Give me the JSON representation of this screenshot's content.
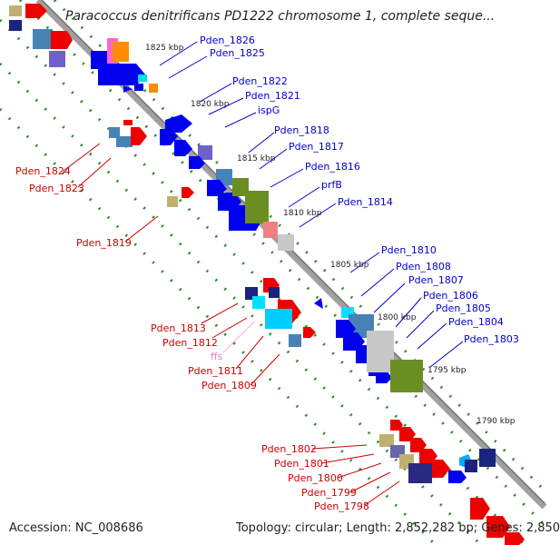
{
  "title": "Paracoccus denitrificans PD1222 chromosome 1, complete seque...",
  "footer": {
    "accession": "Accession: NC_008686",
    "topology": "Topology: circular; Length: 2,852,282 bp; Genes: 2,850"
  },
  "colors": {
    "forward_label": "#0000cc",
    "reverse_label": "#cc0000",
    "rna_label": "#e080c0",
    "backbone": "#a0a0a0",
    "dots": "#2a8a2a",
    "forward_gene": "#0000ee",
    "reverse_gene": "#ee0000"
  },
  "kbp_ticks": [
    "1825 kbp",
    "1820 kbp",
    "1815 kbp",
    "1810 kbp",
    "1805 kbp",
    "1800 kbp",
    "1795 kbp",
    "1790 kbp"
  ],
  "forward_labels": [
    "Pden_1826",
    "Pden_1825",
    "Pden_1822",
    "Pden_1821",
    "ispG",
    "Pden_1818",
    "Pden_1817",
    "Pden_1816",
    "prfB",
    "Pden_1814",
    "Pden_1810",
    "Pden_1808",
    "Pden_1807",
    "Pden_1806",
    "Pden_1805",
    "Pden_1804",
    "Pden_1803"
  ],
  "reverse_labels": [
    "Pden_1824",
    "Pden_1823",
    "Pden_1819",
    "Pden_1813",
    "Pden_1812",
    "Pden_1811",
    "Pden_1809",
    "Pden_1802",
    "Pden_1801",
    "Pden_1800",
    "Pden_1799",
    "Pden_1798"
  ],
  "rna_labels": [
    "ffs"
  ]
}
